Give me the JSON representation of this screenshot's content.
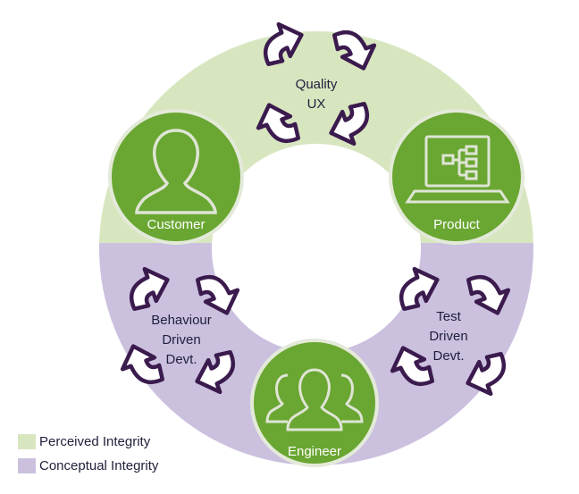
{
  "colors": {
    "perceived_ring": "#d8e6c0",
    "conceptual_ring": "#cbc1df",
    "node_green": "#6aa632",
    "node_outline": "#e4ead9",
    "arrow_outline": "#3b1b4e",
    "arrow_fill": "#ffffff",
    "text_dark": "#1f1f3a",
    "text_light": "#ffffff"
  },
  "nodes": {
    "customer": {
      "label": "Customer",
      "icon": "person-icon"
    },
    "product": {
      "label": "Product",
      "icon": "laptop-hierarchy-icon"
    },
    "engineer": {
      "label": "Engineer",
      "icon": "group-people-icon"
    }
  },
  "cycles": {
    "top": {
      "line1": "Quality",
      "line2": "UX"
    },
    "left": {
      "line1": "Behaviour",
      "line2": "Driven",
      "line3": "Devt."
    },
    "right": {
      "line1": "Test",
      "line2": "Driven",
      "line3": "Devt."
    }
  },
  "legend": [
    {
      "label": "Perceived Integrity",
      "color": "#d8e6c0"
    },
    {
      "label": "Conceptual Integrity",
      "color": "#cbc1df"
    }
  ]
}
